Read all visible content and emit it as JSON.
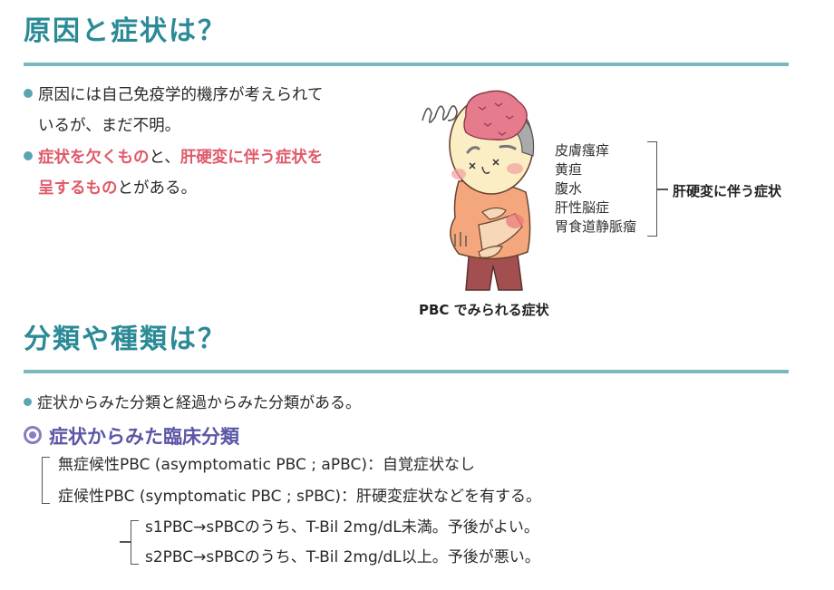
{
  "sections": [
    {
      "title": "原因と症状は？",
      "bullets": [
        {
          "line1": "原因には自己免疫学的機序が考えられて",
          "line2": "いるが、まだ不明。"
        },
        {
          "line1_red1": "症状を欠くもの",
          "line1_plain": "と、",
          "line1_red2": "肝硬変に伴う症状を",
          "line2_red": "呈するもの",
          "line2_plain": "とがある。"
        }
      ],
      "figure": {
        "symptoms": [
          "皮膚瘙痒",
          "黄疸",
          "腹水",
          "肝性脳症",
          "胃食道静脈瘤"
        ],
        "bracket_label": "肝硬変に伴う症状",
        "caption": "PBC でみられる症状"
      }
    },
    {
      "title": "分類や種類は？",
      "bullet": "症状からみた分類と経過からみた分類がある。",
      "subheading": "症状からみた臨床分類",
      "classification": [
        "無症候性PBC (asymptomatic PBC ; aPBC)：自覚症状なし",
        "症候性PBC (symptomatic PBC ; sPBC)：肝硬変症状などを有する。"
      ],
      "subclassification": [
        "s1PBC→sPBCのうち、T-Bil 2mg/dL未満。予後がよい。",
        "s2PBC→sPBCのうち、T-Bil 2mg/dL以上。予後が悪い。"
      ]
    }
  ],
  "colors": {
    "title": "#2a8a96",
    "rule": "#7ab7bf",
    "bullet_dot": "#5aa5b0",
    "emphasis_red": "#e05a6a",
    "subheading": "#5a56a6"
  }
}
